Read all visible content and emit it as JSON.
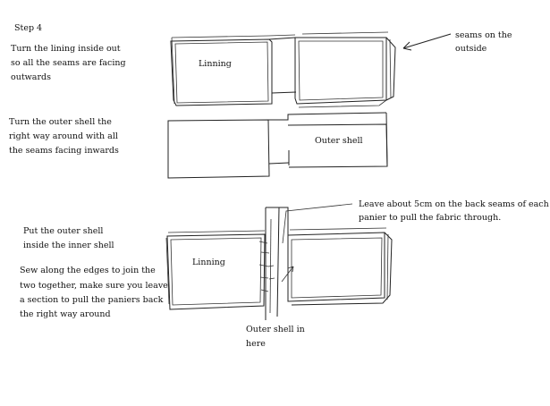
{
  "step_title": "Step 4",
  "instructions": {
    "lining_inside_out": [
      "Turn the lining inside out",
      "so all the seams are facing",
      "outwards"
    ],
    "outer_shell_right_way": [
      "Turn the outer shell the",
      "right way around with all",
      "the seams facing inwards"
    ],
    "put_outer_inside": [
      "Put the outer shell",
      "inside the inner shell"
    ],
    "sew_edges": [
      "Sew along the edges to join the",
      "two together, make sure you leave",
      "a section to pull the paniers back",
      "the right way around"
    ]
  },
  "labels": {
    "lining_top": "Linning",
    "outer_shell": "Outer shell",
    "lining_bottom": "Linning",
    "seams_outside": [
      "seams on the",
      "outside"
    ],
    "leave_5cm": [
      "Leave about 5cm on the back seams of each",
      "panier to pull the fabric through."
    ],
    "outer_shell_in_here": [
      "Outer shell in",
      "here"
    ]
  }
}
